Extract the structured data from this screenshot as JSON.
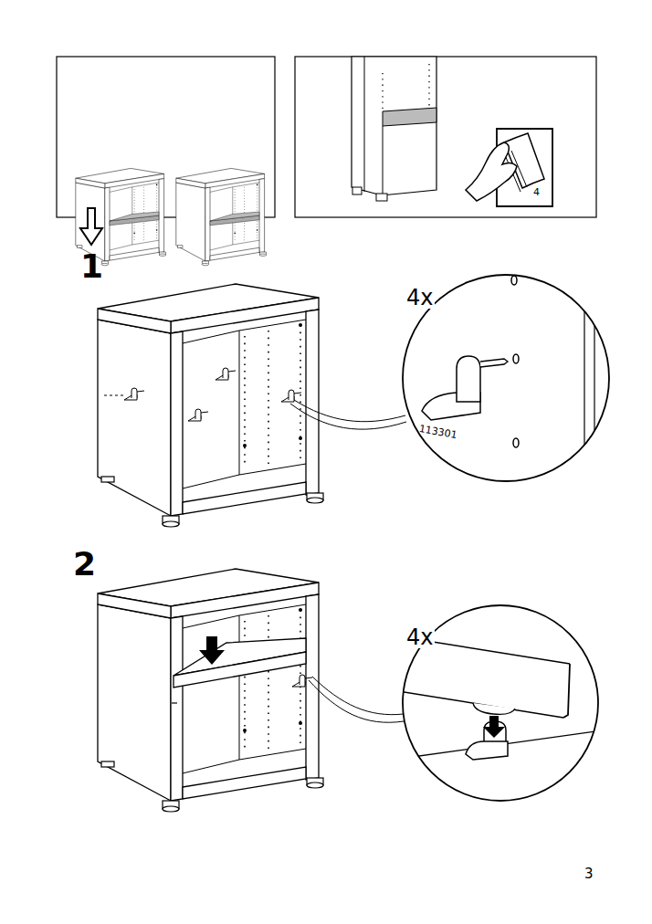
{
  "diagram": {
    "nodes": [
      {
        "text": [
          "4x",
          "113301"
        ]
      },
      {
        "text": [
          "4x"
        ]
      }
    ],
    "labels": [
      "4",
      "1",
      "2",
      "3"
    ]
  }
}
